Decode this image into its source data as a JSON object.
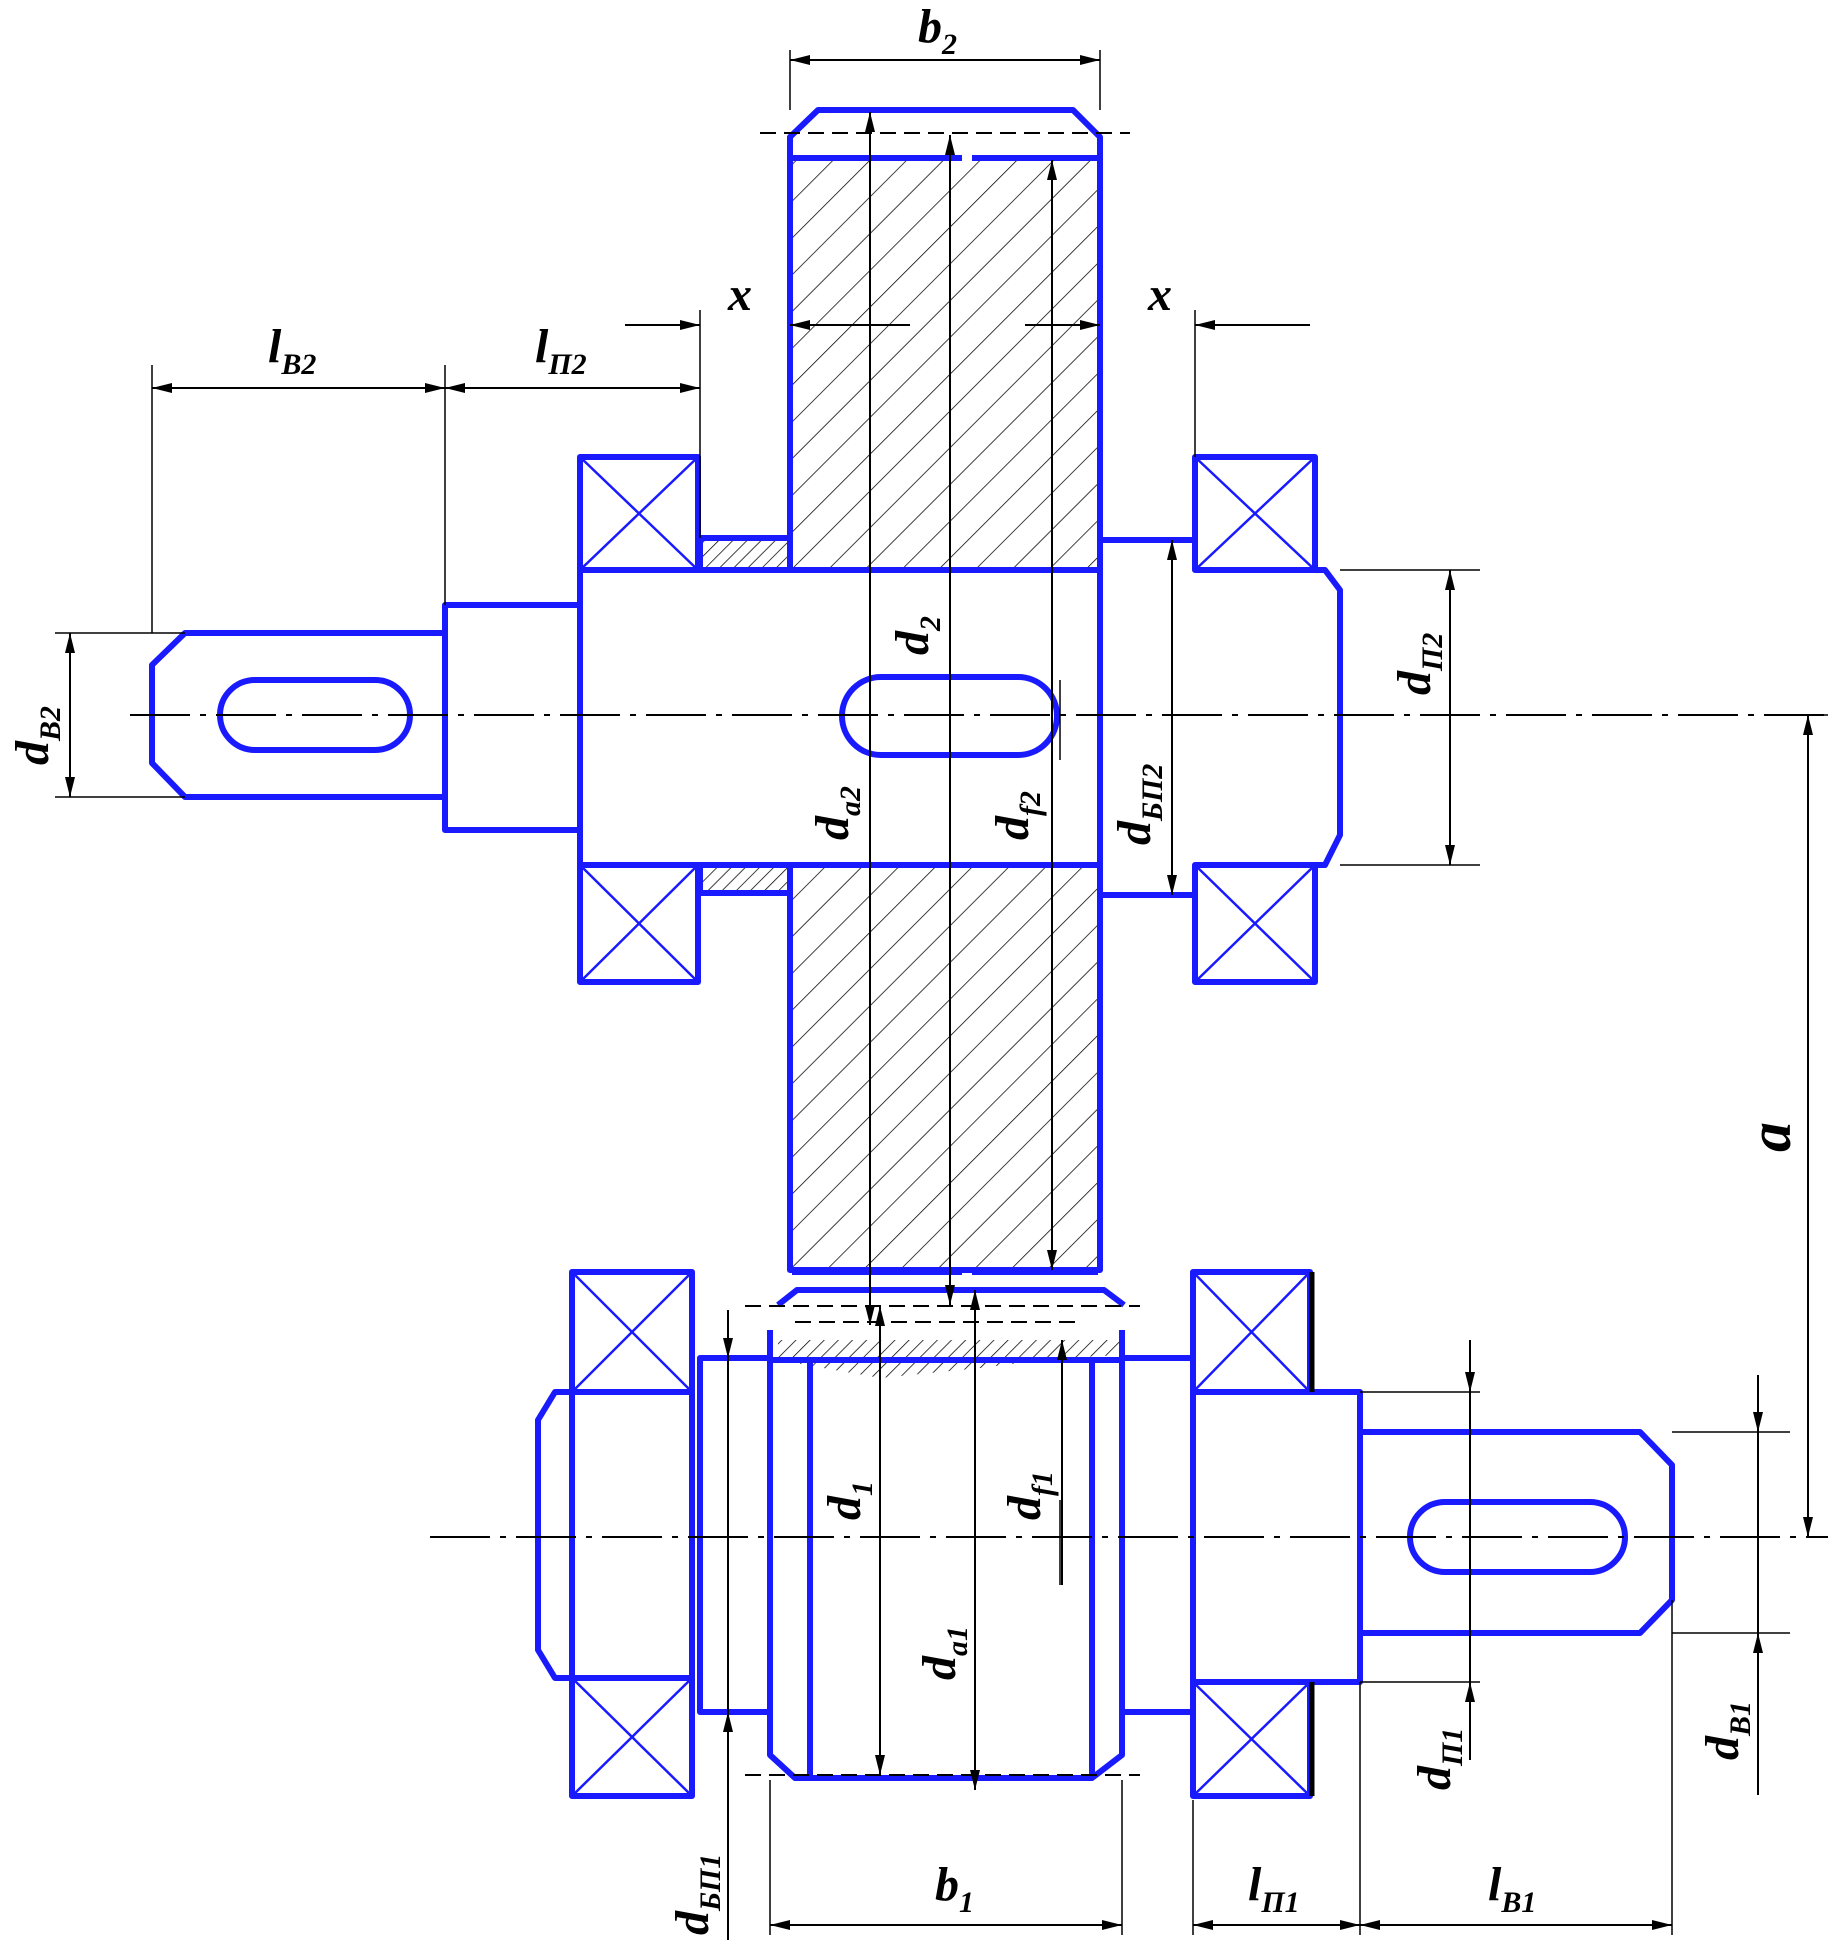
{
  "colors": {
    "outline": "#1a1aff",
    "dimension": "#000000",
    "background": "#ffffff"
  },
  "labels": {
    "b2": {
      "main": "b",
      "sub": "2"
    },
    "b1": {
      "main": "b",
      "sub": "1"
    },
    "x_left": {
      "main": "x",
      "sub": ""
    },
    "x_right": {
      "main": "x",
      "sub": ""
    },
    "lB2": {
      "main": "l",
      "sub": "В2"
    },
    "lP2": {
      "main": "l",
      "sub": "П2"
    },
    "lP1": {
      "main": "l",
      "sub": "П1"
    },
    "lB1": {
      "main": "l",
      "sub": "В1"
    },
    "dB2": {
      "main": "d",
      "sub": "В2"
    },
    "d2": {
      "main": "d",
      "sub": "2"
    },
    "da2": {
      "main": "d",
      "sub": "a2"
    },
    "df2": {
      "main": "d",
      "sub": "f2"
    },
    "dBP2": {
      "main": "d",
      "sub": "БП2"
    },
    "dP2": {
      "main": "d",
      "sub": "П2"
    },
    "a": {
      "main": "a",
      "sub": ""
    },
    "d1": {
      "main": "d",
      "sub": "1"
    },
    "df1": {
      "main": "d",
      "sub": "f1"
    },
    "da1": {
      "main": "d",
      "sub": "a1"
    },
    "dBP1": {
      "main": "d",
      "sub": "БП1"
    },
    "dP1": {
      "main": "d",
      "sub": "П1"
    },
    "dB1": {
      "main": "d",
      "sub": "В1"
    }
  }
}
